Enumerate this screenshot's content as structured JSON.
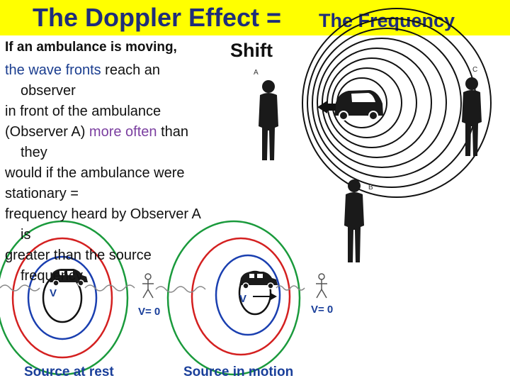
{
  "slide": {
    "title_main": "The Doppler Effect =",
    "title_tail": "The Frequency",
    "title_shift": "Shift",
    "lead_text": "If an ambulance is moving,",
    "paragraph": {
      "seg_wave_fronts": "the wave fronts",
      "seg_reach": " reach an",
      "line_observer": "observer",
      "line_in_front": "in front of the ambulance",
      "seg_observer_a": "(Observer A) ",
      "seg_more_often": "more often",
      "seg_than": " than",
      "line_they": "they",
      "line_would": "would if the ambulance were",
      "line_stationary": "stationary =",
      "line_frequency_heard": "frequency heard by Observer  A",
      "line_is": "is",
      "line_greater": "greater than the source",
      "line_frequency": "frequency"
    }
  },
  "top_diagram": {
    "observer_labels": [
      "A",
      "B",
      "C"
    ]
  },
  "bottom_diagram": {
    "left": {
      "caption": "Source at rest",
      "source_label": "V",
      "observer_label": "V= 0"
    },
    "right": {
      "caption": "Source in motion",
      "source_label": "V",
      "observer_label": "V= 0"
    }
  },
  "colors": {
    "title_bg": "#ffff00",
    "title_text": "#1f2d7a",
    "wave_green": "#1a9a3c",
    "wave_red": "#d42020",
    "wave_blue": "#1a3fb0",
    "caption_blue": "#1a3f9a"
  }
}
